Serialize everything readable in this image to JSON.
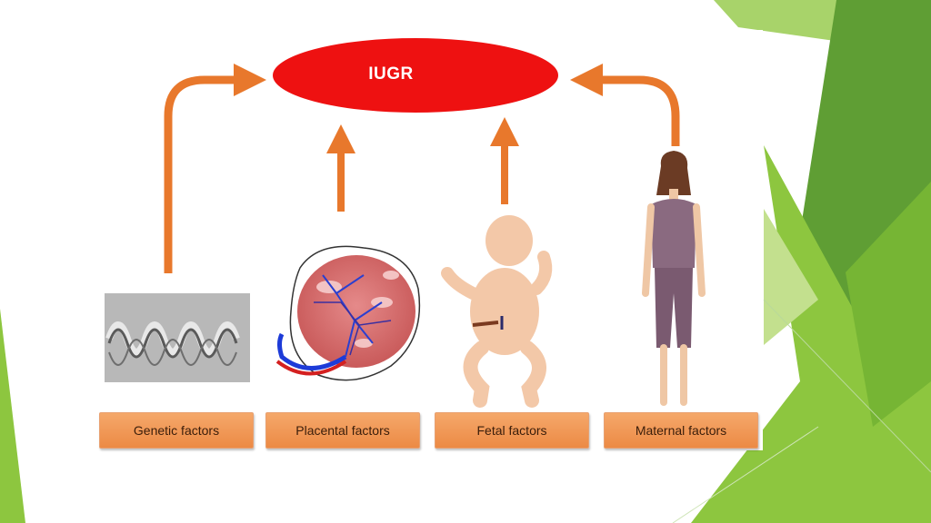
{
  "diagram": {
    "center_node": "IUGR",
    "factors": [
      {
        "label": "Genetic factors"
      },
      {
        "label": "Placental factors"
      },
      {
        "label": "Fetal factors"
      },
      {
        "label": "Maternal factors"
      }
    ]
  },
  "colors": {
    "oval_fill": "#ee1111",
    "arrow": "#e8782c",
    "label_bg": "#f29a5a",
    "slide_green_dark": "#5b9c2d",
    "slide_green_light": "#8dc63f"
  }
}
